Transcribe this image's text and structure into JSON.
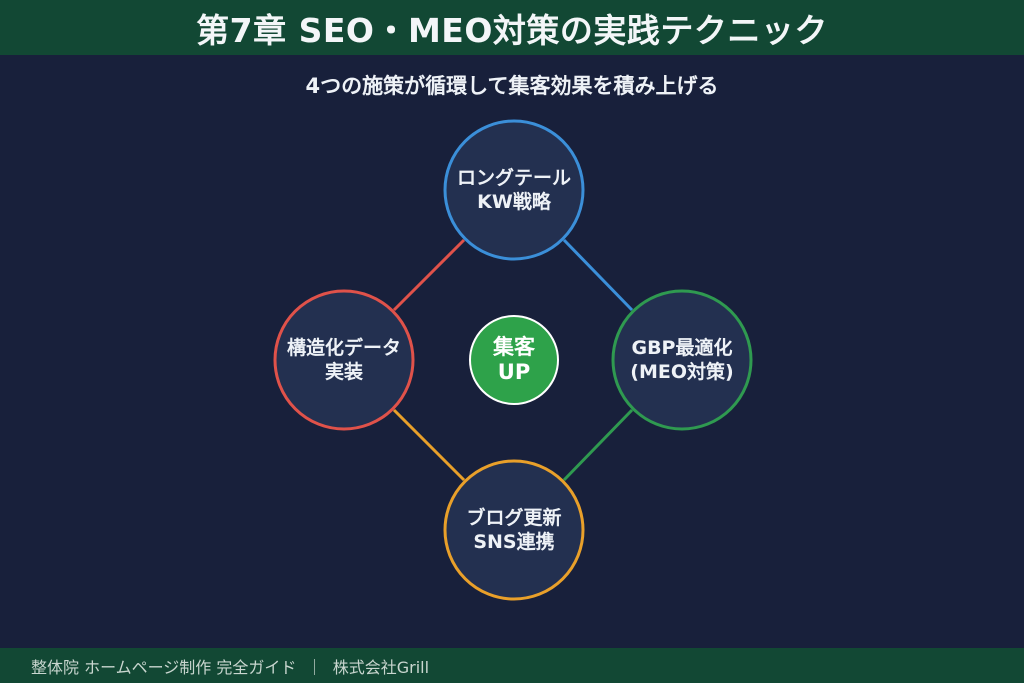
{
  "header": {
    "title": "第7章 SEO・MEO対策の実践テクニック"
  },
  "subtitle": "4つの施策が循環して集客効果を積み上げる",
  "colors": {
    "header_bg": "#124834",
    "background": "#18203b",
    "node_fill": "#233050",
    "top": "#3b8fd9",
    "right": "#2f9a50",
    "bottom": "#e9a02a",
    "left": "#e0524a",
    "center_fill": "#2ea24a"
  },
  "diagram": {
    "center": {
      "line1": "集客",
      "line2": "UP"
    },
    "nodes": {
      "top": {
        "line1": "ロングテール",
        "line2": "KW戦略"
      },
      "right": {
        "line1": "GBP最適化",
        "line2": "(MEO対策)"
      },
      "bottom": {
        "line1": "ブログ更新",
        "line2": "SNS連携"
      },
      "left": {
        "line1": "構造化データ",
        "line2": "実装"
      }
    }
  },
  "footer": {
    "text": "整体院 ホームページ制作 完全ガイド  ｜  株式会社Grill"
  }
}
